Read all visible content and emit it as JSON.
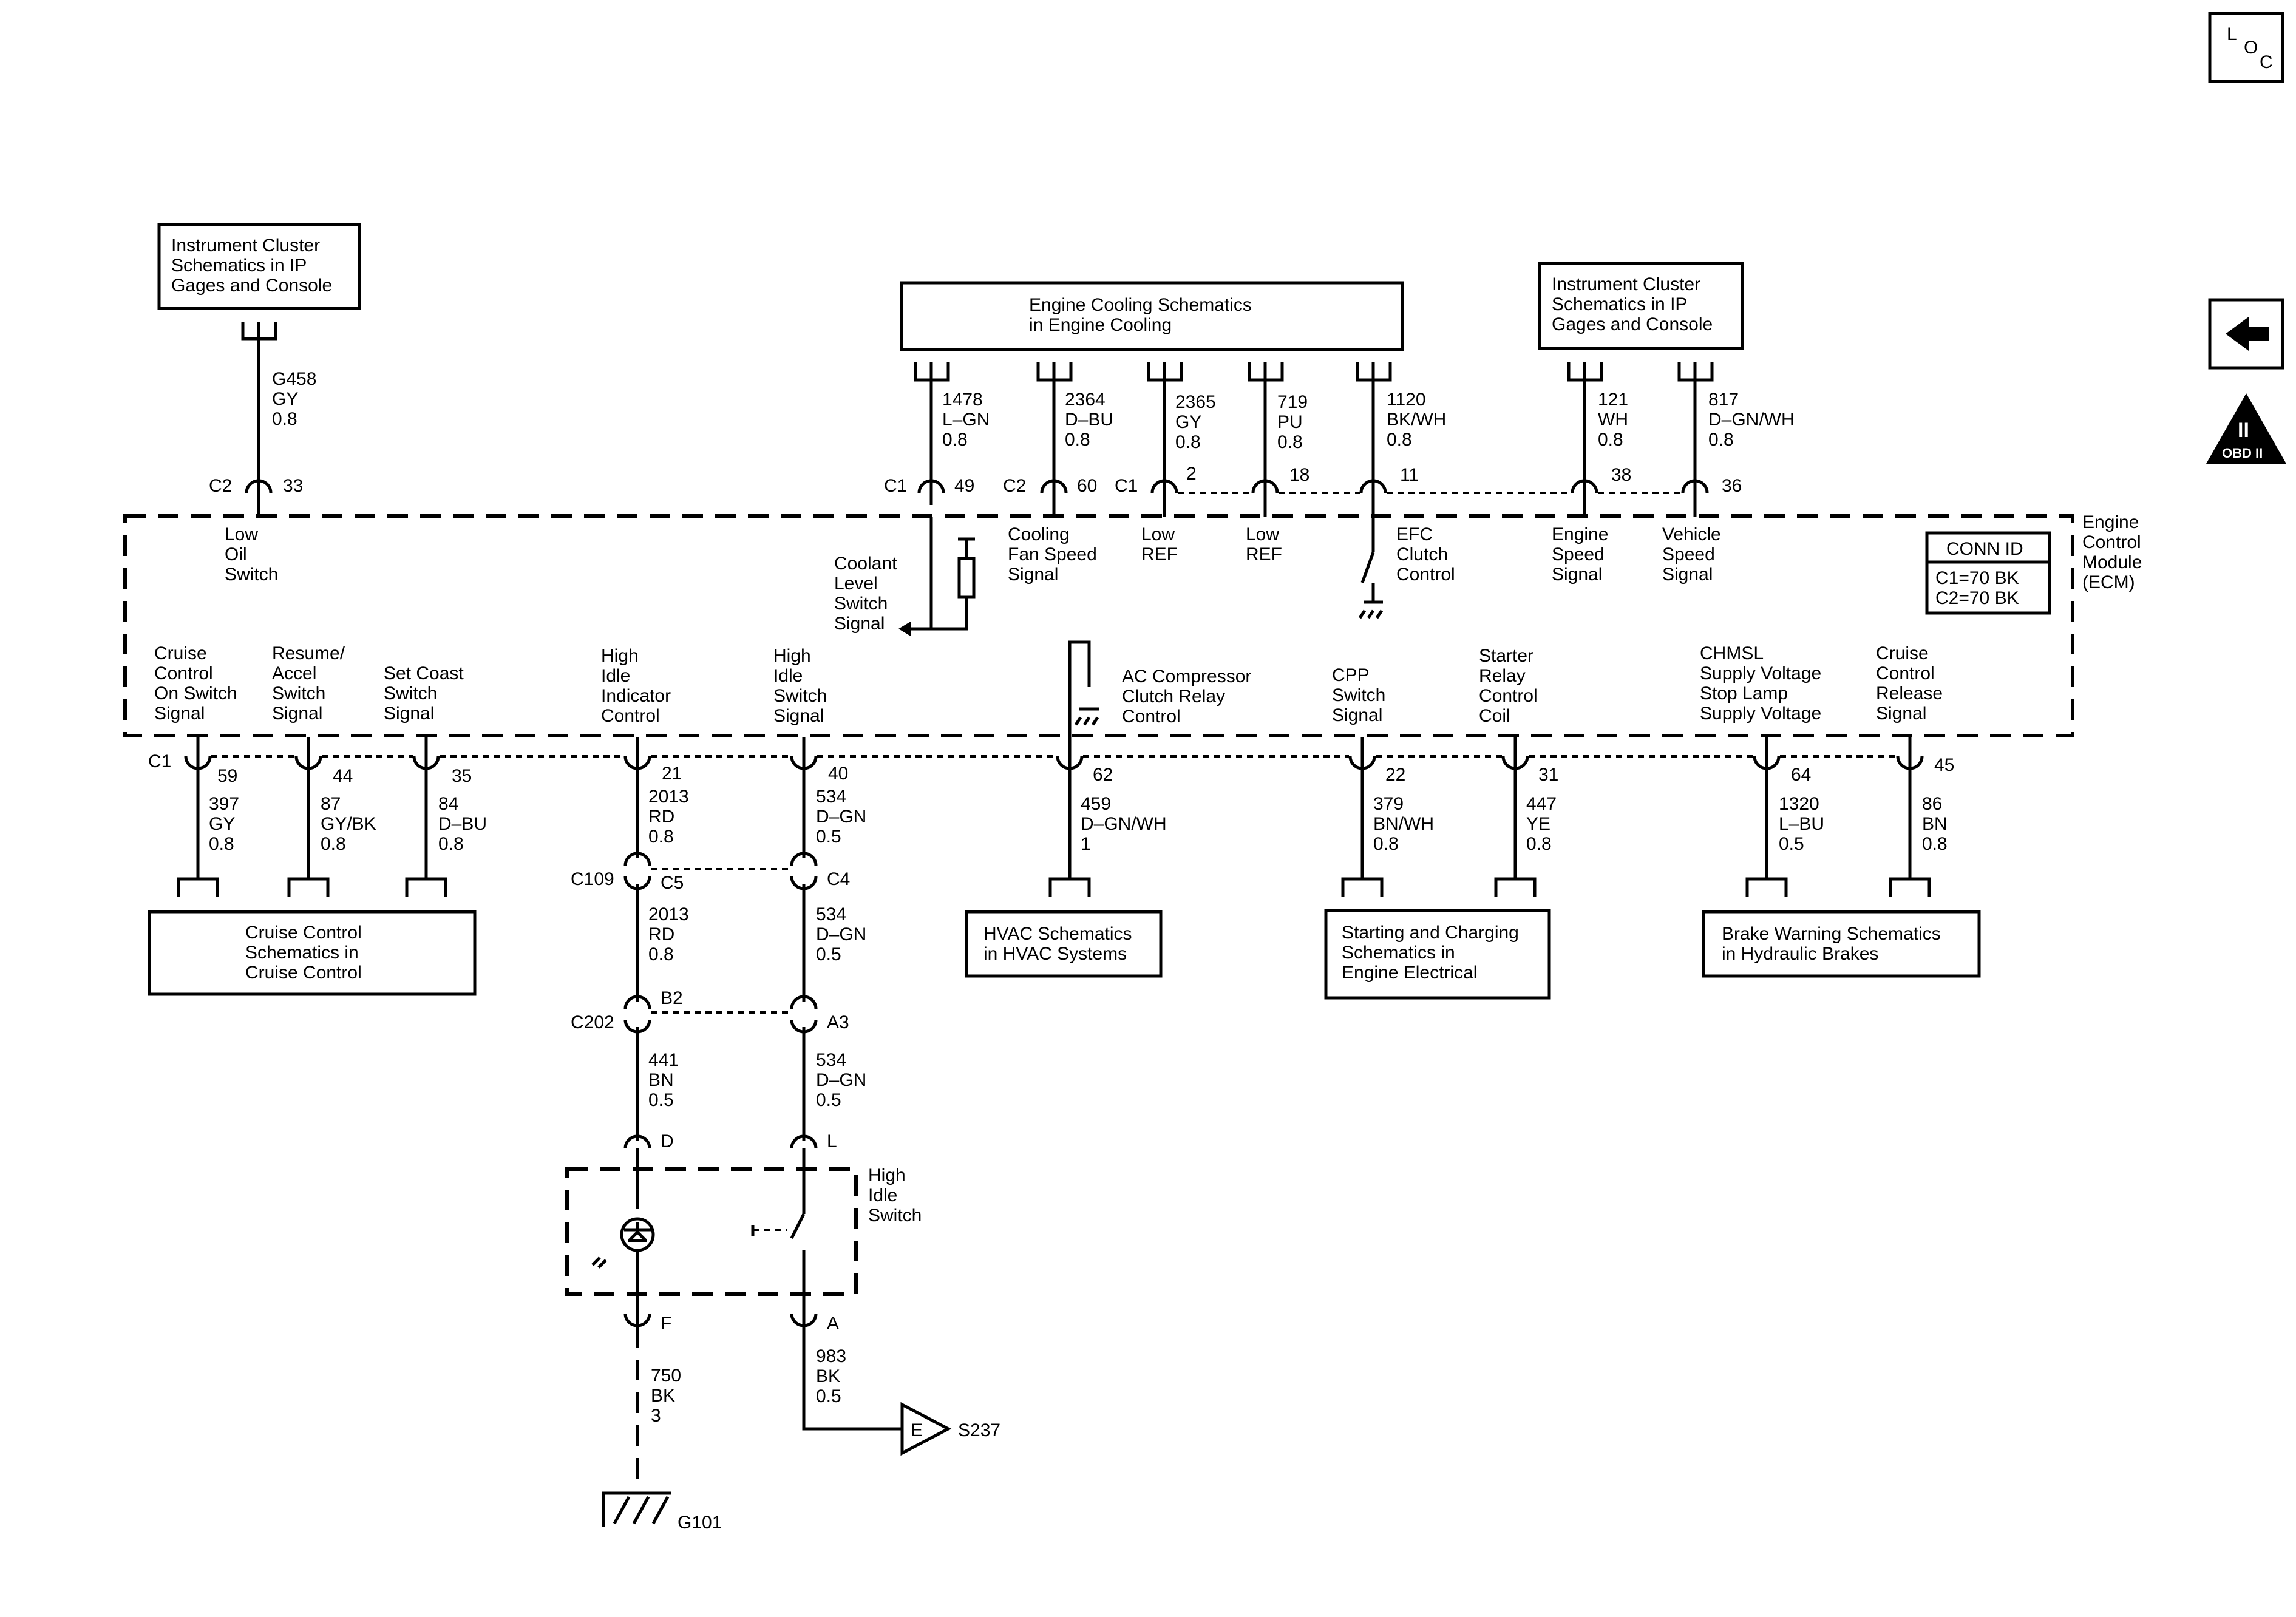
{
  "loc_icon": {
    "letters": [
      "L",
      "O",
      "C"
    ]
  },
  "back_icon": {
    "name": "arrow-left-icon"
  },
  "obd_icon": {
    "top": "II",
    "bottom": "OBD II"
  },
  "ref_boxes": {
    "ic_left": [
      "Instrument Cluster",
      "Schematics in IP",
      "Gages and Console"
    ],
    "engine_cooling": [
      "Engine Cooling Schematics",
      "in Engine Cooling"
    ],
    "ic_right": [
      "Instrument Cluster",
      "Schematics in IP",
      "Gages and Console"
    ],
    "cruise": [
      "Cruise Control",
      "Schematics in",
      "Cruise Control"
    ],
    "hvac": [
      "HVAC Schematics",
      "in HVAC Systems"
    ],
    "starting": [
      "Starting and Charging",
      "Schematics in",
      "Engine Electrical"
    ],
    "brake": [
      "Brake Warning Schematics",
      "in Hydraulic Brakes"
    ]
  },
  "ecm": {
    "label": [
      "Engine",
      "Control",
      "Module",
      "(ECM)"
    ],
    "conn_id": {
      "title": "CONN ID",
      "lines": [
        "C1=70 BK",
        "C2=70 BK"
      ]
    },
    "top_functions": {
      "low_oil": [
        "Low",
        "Oil",
        "Switch"
      ],
      "coolant": [
        "Coolant",
        "Level",
        "Switch",
        "Signal"
      ],
      "fan": [
        "Cooling",
        "Fan Speed",
        "Signal"
      ],
      "lowref1": [
        "Low",
        "REF"
      ],
      "lowref2": [
        "Low",
        "REF"
      ],
      "efc": [
        "EFC",
        "Clutch",
        "Control"
      ],
      "eng_speed": [
        "Engine",
        "Speed",
        "Signal"
      ],
      "veh_speed": [
        "Vehicle",
        "Speed",
        "Signal"
      ]
    },
    "bottom_functions": {
      "cruise_on": [
        "Cruise",
        "Control",
        "On Switch",
        "Signal"
      ],
      "resume": [
        "Resume/",
        "Accel",
        "Switch",
        "Signal"
      ],
      "setcoast": [
        "Set Coast",
        "Switch",
        "Signal"
      ],
      "hi_ind": [
        "High",
        "Idle",
        "Indicator",
        "Control"
      ],
      "hi_sw": [
        "High",
        "Idle",
        "Switch",
        "Signal"
      ],
      "ac": [
        "AC Compressor",
        "Clutch Relay",
        "Control"
      ],
      "cpp": [
        "CPP",
        "Switch",
        "Signal"
      ],
      "starter": [
        "Starter",
        "Relay",
        "Control",
        "Coil"
      ],
      "chmsl": [
        "CHMSL",
        "Supply Voltage",
        "Stop Lamp",
        "Supply Voltage"
      ],
      "cruise_rel": [
        "Cruise",
        "Control",
        "Release",
        "Signal"
      ]
    }
  },
  "top_wires": {
    "g458": [
      "G458",
      "GY",
      "0.8"
    ],
    "w1478": [
      "1478",
      "L–GN",
      "0.8"
    ],
    "w2364": [
      "2364",
      "D–BU",
      "0.8"
    ],
    "w2365": [
      "2365",
      "GY",
      "0.8"
    ],
    "w719": [
      "719",
      "PU",
      "0.8"
    ],
    "w1120": [
      "1120",
      "BK/WH",
      "0.8"
    ],
    "w121": [
      "121",
      "WH",
      "0.8"
    ],
    "w817": [
      "817",
      "D–GN/WH",
      "0.8"
    ]
  },
  "top_pins": {
    "c2": "C2",
    "p33": "33",
    "c1a": "C1",
    "p49": "49",
    "c2b": "C2",
    "p60": "60",
    "c1b": "C1",
    "p2": "2",
    "p18": "18",
    "p11": "11",
    "p38": "38",
    "p36": "36"
  },
  "bottom_pins": {
    "c1": "C1",
    "p59": "59",
    "p44": "44",
    "p35": "35",
    "p21": "21",
    "p40": "40",
    "p62": "62",
    "p22": "22",
    "p31": "31",
    "p64": "64",
    "p45": "45"
  },
  "bottom_wires": {
    "w397": [
      "397",
      "GY",
      "0.8"
    ],
    "w87": [
      "87",
      "GY/BK",
      "0.8"
    ],
    "w84": [
      "84",
      "D–BU",
      "0.8"
    ],
    "w2013a": [
      "2013",
      "RD",
      "0.8"
    ],
    "w534a": [
      "534",
      "D–GN",
      "0.5"
    ],
    "w459": [
      "459",
      "D–GN/WH",
      "1"
    ],
    "w379": [
      "379",
      "BN/WH",
      "0.8"
    ],
    "w447": [
      "447",
      "YE",
      "0.8"
    ],
    "w1320": [
      "1320",
      "L–BU",
      "0.5"
    ],
    "w86": [
      "86",
      "BN",
      "0.8"
    ],
    "w2013b": [
      "2013",
      "RD",
      "0.8"
    ],
    "w534b": [
      "534",
      "D–GN",
      "0.5"
    ],
    "w441": [
      "441",
      "BN",
      "0.5"
    ],
    "w534c": [
      "534",
      "D–GN",
      "0.5"
    ],
    "w750": [
      "750",
      "BK",
      "3"
    ],
    "w983": [
      "983",
      "BK",
      "0.5"
    ]
  },
  "inline_connectors": {
    "c109": "C109",
    "c5": "C5",
    "c4": "C4",
    "c202": "C202",
    "b2": "B2",
    "a3": "A3"
  },
  "switch_pins": {
    "d": "D",
    "l": "L",
    "f": "F",
    "a": "A"
  },
  "high_idle_switch": [
    "High",
    "Idle",
    "Switch"
  ],
  "splice": {
    "letter": "E",
    "name": "S237"
  },
  "ground": "G101"
}
